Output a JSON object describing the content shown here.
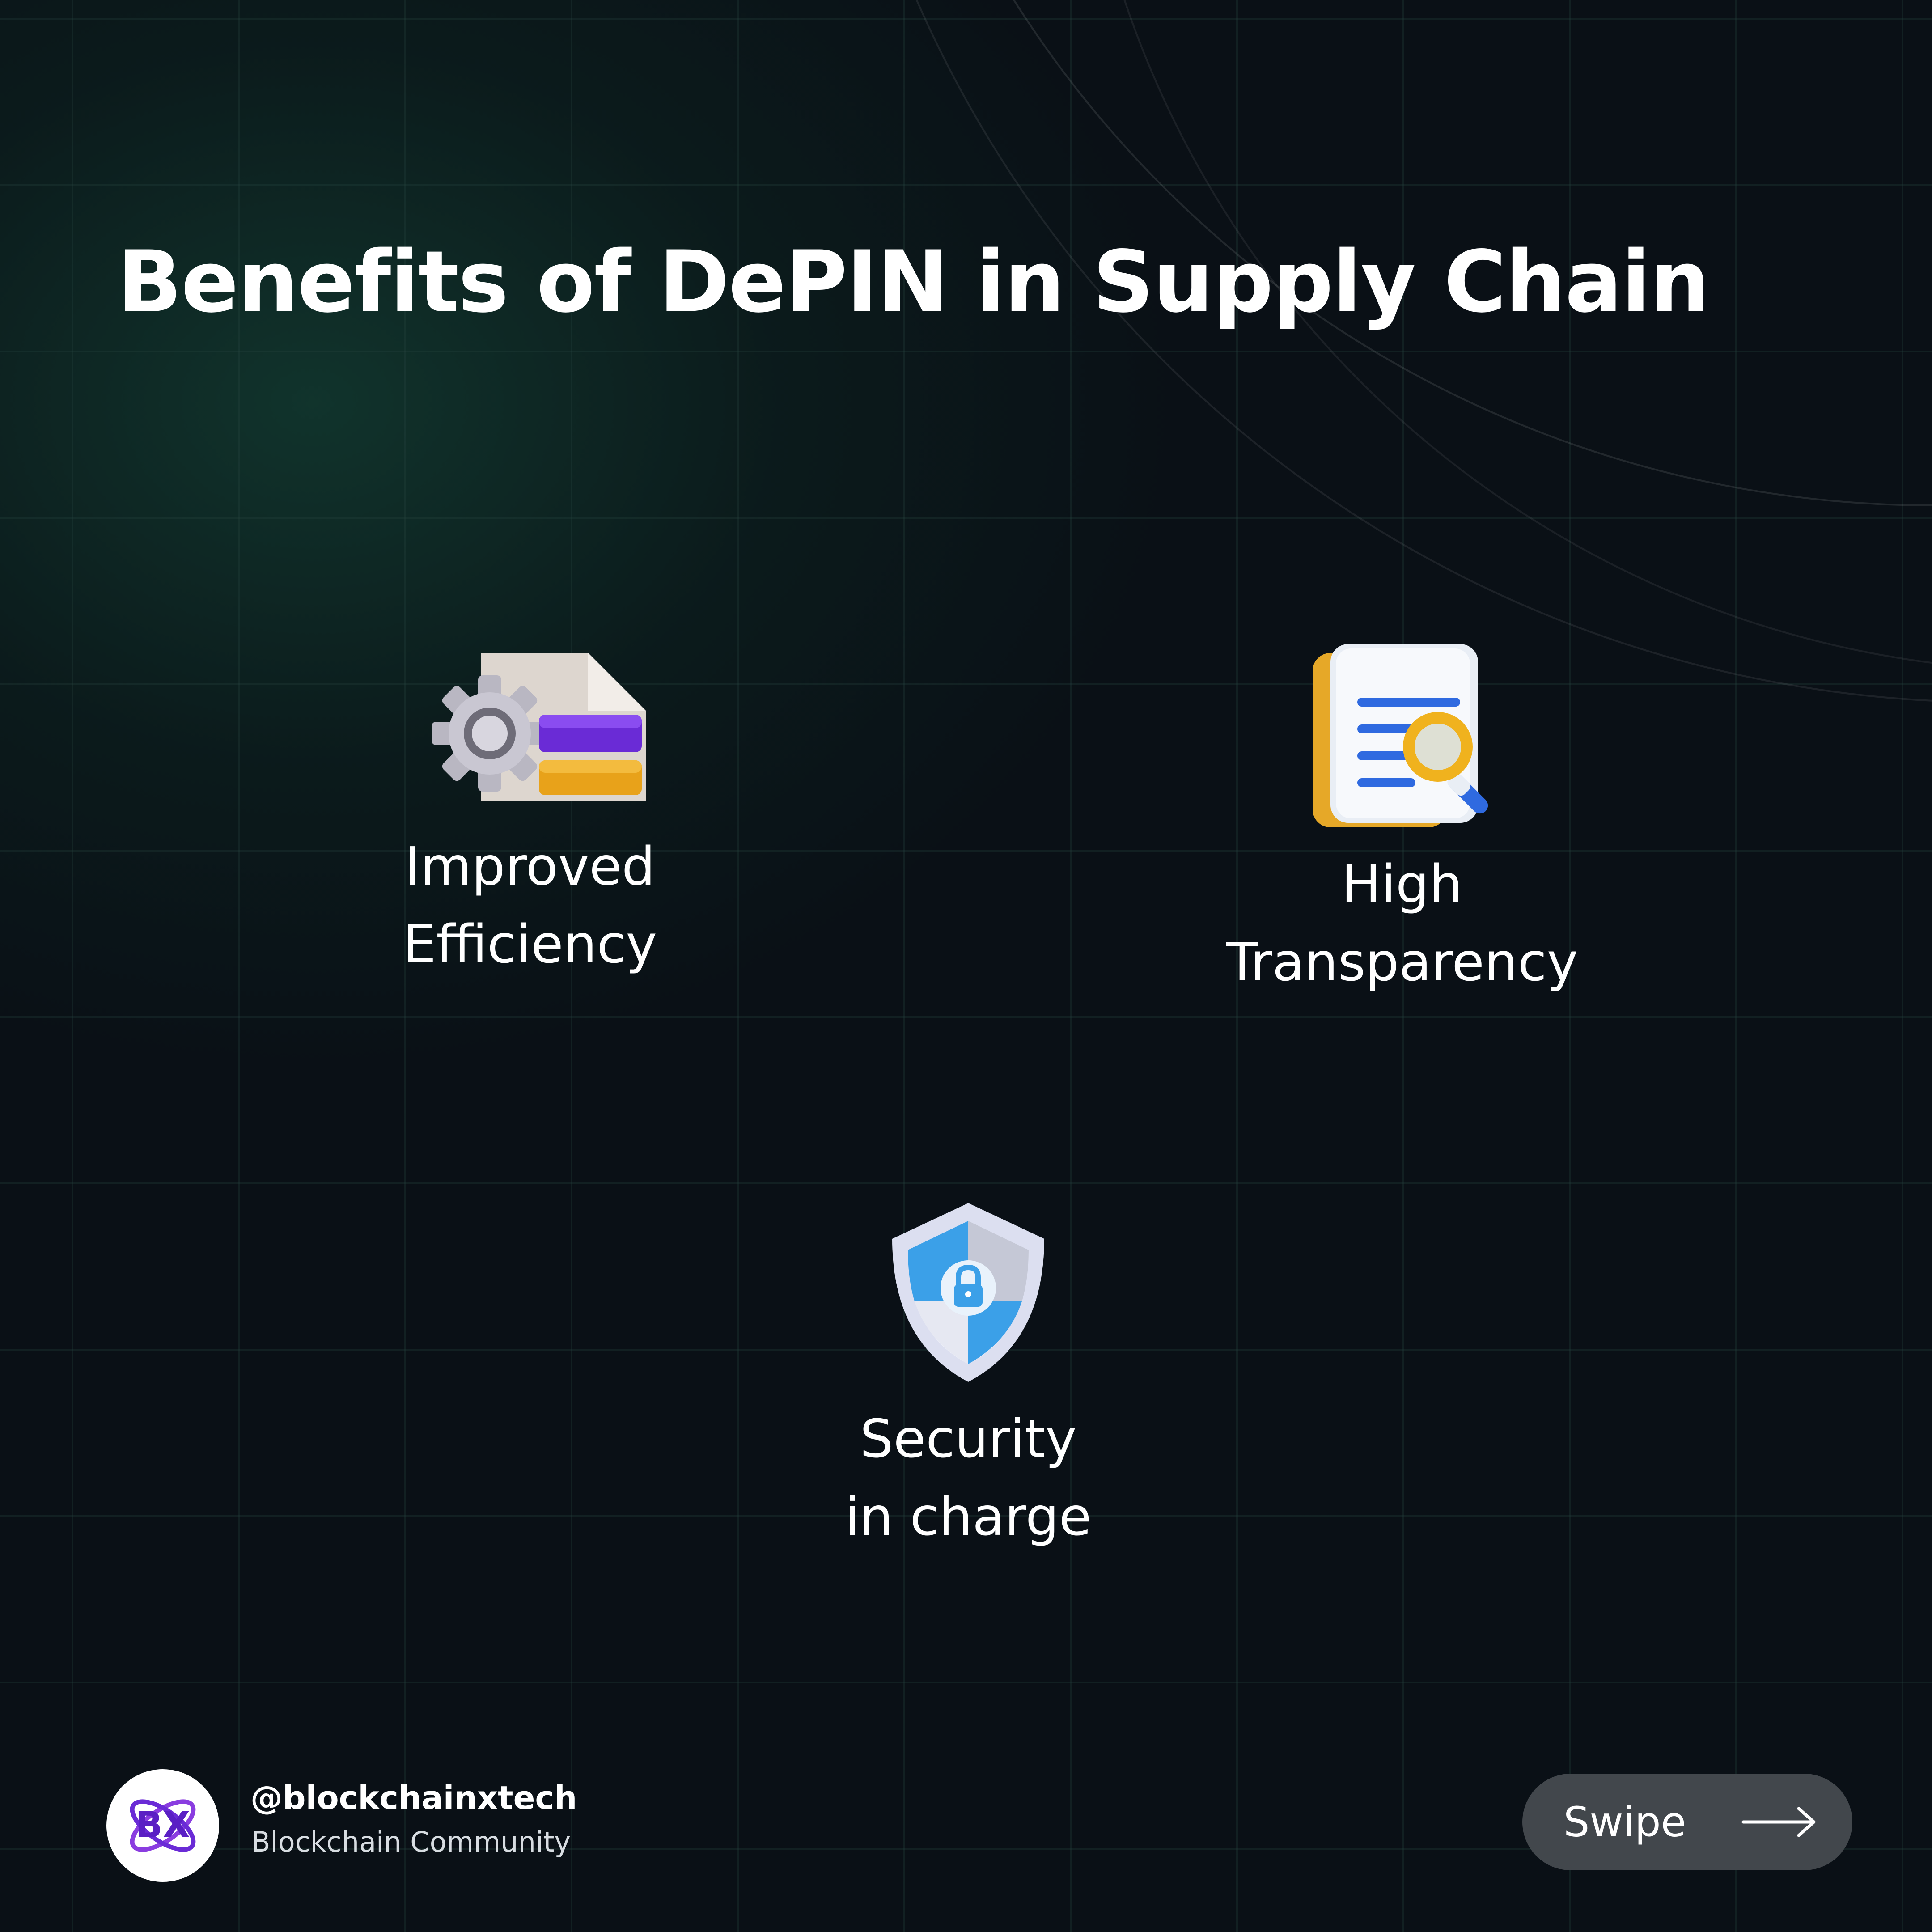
{
  "title": "Benefits of DePIN in Supply Chain",
  "benefits": [
    {
      "line1": "Improved",
      "line2": "Efficiency",
      "icon": "gear-document-icon"
    },
    {
      "line1": "High",
      "line2": "Transparency",
      "icon": "document-magnifier-icon"
    },
    {
      "line1": "Security",
      "line2": "in charge",
      "icon": "shield-lock-icon"
    }
  ],
  "footer": {
    "logo_text": "BX",
    "handle": "@blockchainxtech",
    "subtitle": "Blockchain Community"
  },
  "swipe": {
    "label": "Swipe",
    "icon": "arrow-right-icon"
  },
  "colors": {
    "background": "#0a1016",
    "accent_green": "#123a30",
    "brand_purple": "#6a2bd6",
    "text": "#ffffff",
    "swipe_bg": "#42474c"
  }
}
